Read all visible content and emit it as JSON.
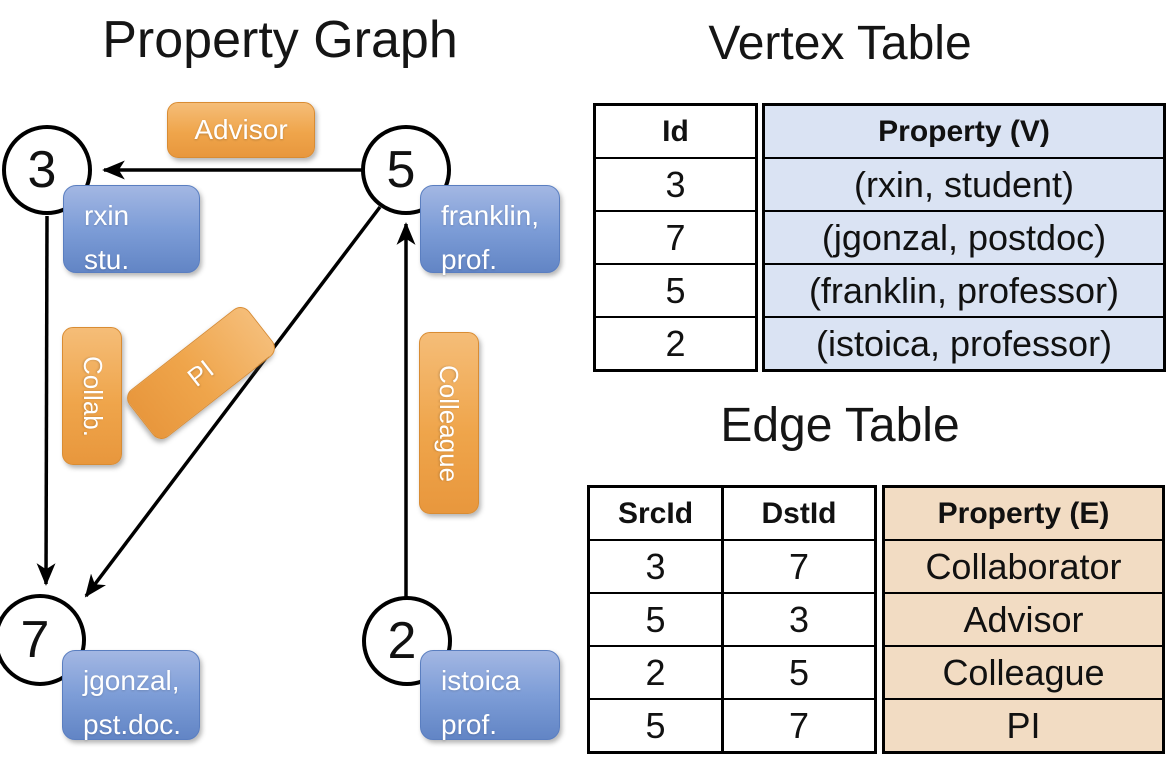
{
  "graph": {
    "title": "Property Graph",
    "nodes": [
      {
        "id": "3",
        "property_lines": [
          "rxin",
          "stu."
        ]
      },
      {
        "id": "5",
        "property_lines": [
          "franklin,",
          "prof."
        ]
      },
      {
        "id": "7",
        "property_lines": [
          "jgonzal,",
          "pst.doc."
        ]
      },
      {
        "id": "2",
        "property_lines": [
          "istoica",
          "prof."
        ]
      }
    ],
    "edge_labels": {
      "advisor": "Advisor",
      "collaborator": "Collab.",
      "pi": "PI",
      "colleague": "Colleague"
    }
  },
  "vertex_table": {
    "title": "Vertex Table",
    "columns": [
      "Id",
      "Property (V)"
    ],
    "rows": [
      [
        "3",
        "(rxin, student)"
      ],
      [
        "7",
        "(jgonzal, postdoc)"
      ],
      [
        "5",
        "(franklin, professor)"
      ],
      [
        "2",
        "(istoica, professor)"
      ]
    ]
  },
  "edge_table": {
    "title": "Edge Table",
    "columns": [
      "SrcId",
      "DstId",
      "Property (E)"
    ],
    "rows": [
      [
        "3",
        "7",
        "Collaborator"
      ],
      [
        "5",
        "3",
        "Advisor"
      ],
      [
        "2",
        "5",
        "Colleague"
      ],
      [
        "5",
        "7",
        "PI"
      ]
    ]
  },
  "colors": {
    "orange_label": "#efa54b",
    "blue_label": "#7d9dd7",
    "vertex_cell_bg": "#dae3f3",
    "edge_cell_bg": "#f2dcc3",
    "edge_stroke": "#000000"
  }
}
